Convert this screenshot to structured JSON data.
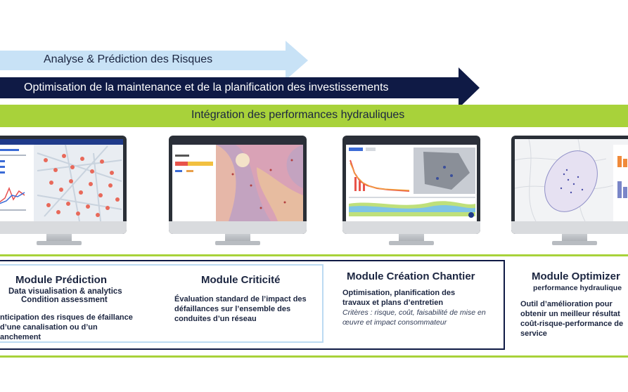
{
  "arrows": [
    {
      "label": "Analyse & Prédiction des Risques",
      "color": "#c8e2f6"
    },
    {
      "label": "Optimisation de la maintenance et de la planification des investissements",
      "color": "#0f1a45"
    },
    {
      "label": "Intégration des performances hydrauliques",
      "color": "#a8d23a"
    }
  ],
  "modules": {
    "prediction": {
      "title": "Module Prédiction",
      "subtitle_1": "Data visualisation & analytics",
      "subtitle_2": "Condition assessment",
      "body": "nticipation des risques de éfaillance d’une canalisation ou d’un anchement"
    },
    "criticite": {
      "title": "Module Criticité",
      "body": "Évaluation standard de l’impact des défaillances sur l’ensemble des conduites d’un réseau"
    },
    "chantier": {
      "title": "Module Création Chantier",
      "body": "Optimisation, planification des travaux et plans d’entretien",
      "italic": "Critères : risque, coût, faisabilité de mise en œuvre et impact consommateur"
    },
    "optimizer": {
      "title": "Module Optimizer",
      "subtitle": "performance hydraulique",
      "body": "Outil d’amélioration pour obtenir un meilleur résultat coût-risque-performance de service"
    }
  },
  "colors": {
    "navy": "#0f1a45",
    "light_blue": "#c8e2f6",
    "green": "#a8d23a",
    "box_border_light": "#bcdaf2",
    "box_border_dark": "#0f1a45"
  }
}
